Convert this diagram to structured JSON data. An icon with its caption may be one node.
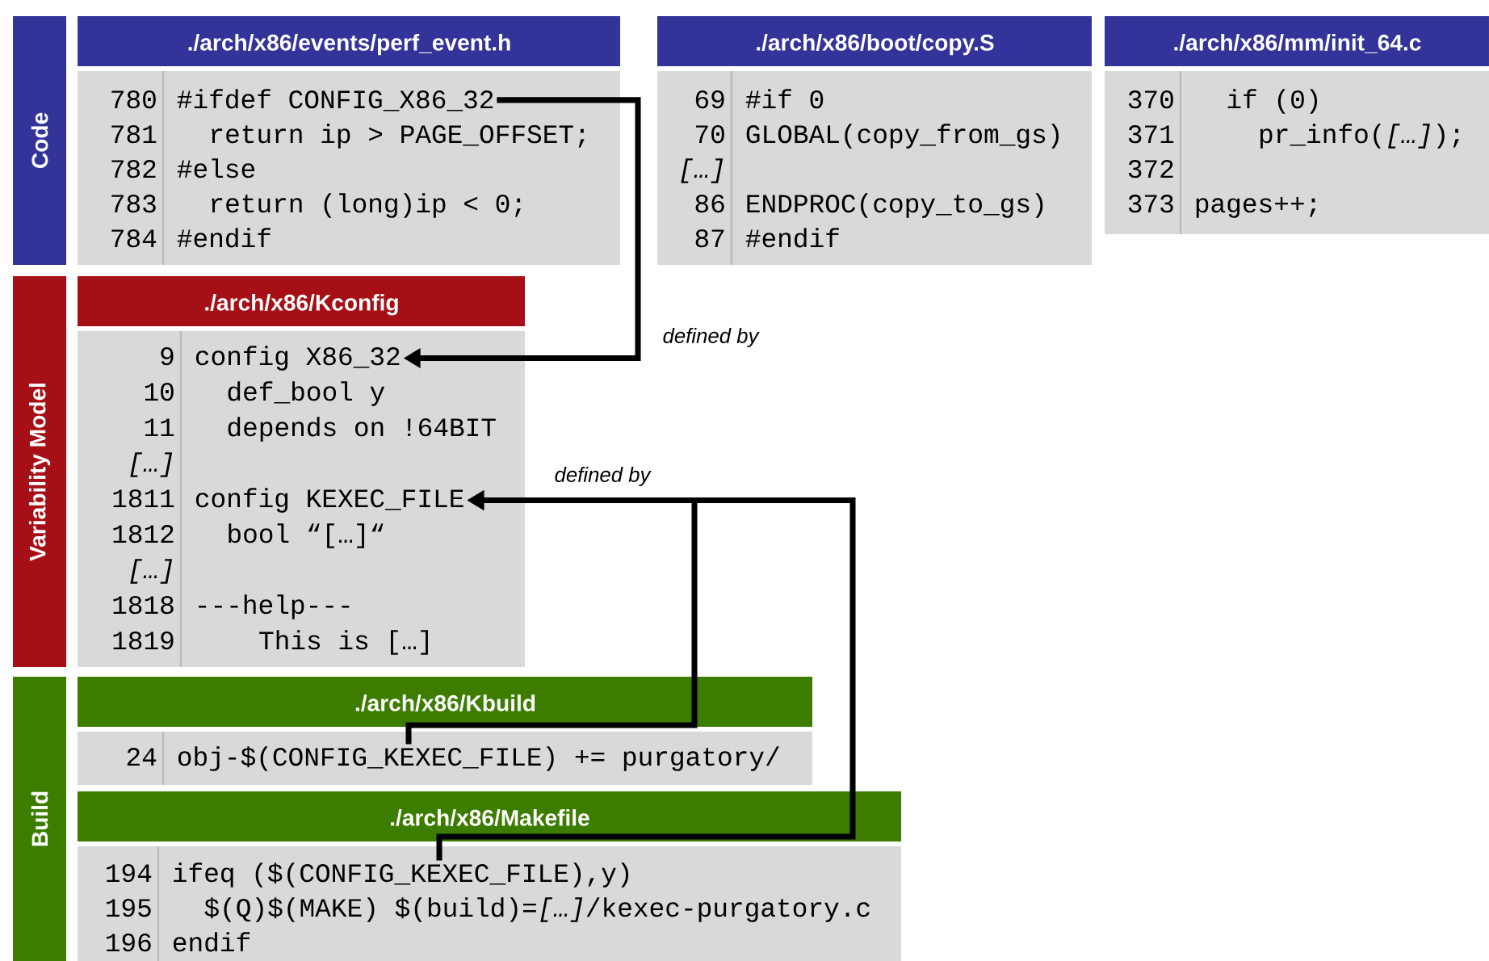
{
  "diagram": {
    "nodes": [
      {
        "text": [
          "Code"
        ]
      },
      {
        "text": [
          "./arch/x86/events/perf_event.h"
        ]
      },
      {
        "text": [
          "780",
          "#ifdef CONFIG_X86_32"
        ],
        "in": 1
      },
      {
        "text": [
          "781",
          "return ip > PAGE_OFFSET;"
        ],
        "in": 1
      },
      {
        "text": [
          "782",
          "#else"
        ],
        "in": 1
      },
      {
        "text": [
          "783",
          "return (long)ip < 0;"
        ],
        "in": 1
      },
      {
        "text": [
          "784",
          "#endif"
        ],
        "in": 1
      },
      {
        "text": [
          "./arch/x86/boot/copy.S"
        ]
      },
      {
        "text": [
          "69",
          "#if 0"
        ],
        "in": 7
      },
      {
        "text": [
          "70",
          "GLOBAL(copy_from_gs)"
        ],
        "in": 7
      },
      {
        "text": [
          "*[…]*"
        ],
        "in": 7
      },
      {
        "text": [
          "86",
          "ENDPROC(copy_to_gs)"
        ],
        "in": 7
      },
      {
        "text": [
          "87",
          "#endif"
        ],
        "in": 7
      },
      {
        "text": [
          "./arch/x86/mm/init_64.c"
        ]
      },
      {
        "text": [
          "370",
          "if (0)"
        ],
        "in": 13
      },
      {
        "text": [
          "371",
          "pr_info(*[…]*);"
        ],
        "in": 13
      },
      {
        "text": [
          "372"
        ],
        "in": 13
      },
      {
        "text": [
          "373",
          "pages++;"
        ],
        "in": 13
      },
      {
        "text": [
          "Variability Model"
        ]
      },
      {
        "text": [
          "./arch/x86/Kconfig"
        ]
      },
      {
        "text": [
          "9",
          "config X86_32"
        ],
        "in": 19
      },
      {
        "text": [
          "10",
          "def_bool y"
        ],
        "in": 19
      },
      {
        "text": [
          "11",
          "depends on !64BIT"
        ],
        "in": 19
      },
      {
        "text": [
          "*[…]*"
        ],
        "in": 19
      },
      {
        "text": [
          "1811",
          "config KEXEC_FILE"
        ],
        "in": 19
      },
      {
        "text": [
          "1812",
          "bool “[…]“"
        ],
        "in": 19
      },
      {
        "text": [
          "*[…]*"
        ],
        "in": 19
      },
      {
        "text": [
          "1818",
          "---help---"
        ],
        "in": 19
      },
      {
        "text": [
          "1819",
          "This is […]"
        ],
        "in": 19
      },
      {
        "text": [
          "Build"
        ]
      },
      {
        "text": [
          "./arch/x86/Kbuild"
        ]
      },
      {
        "text": [
          "24",
          "obj-$(CONFIG_KEXEC_FILE) += purgatory/"
        ],
        "in": 30
      },
      {
        "text": [
          "./arch/x86/Makefile"
        ]
      },
      {
        "text": [
          "194",
          "ifeq ($(CONFIG_KEXEC_FILE),y)"
        ],
        "in": 32
      },
      {
        "text": [
          "195",
          "$(Q)$(MAKE) $(build)=*[…]*/kexec-purgatory.c"
        ],
        "in": 32
      },
      {
        "text": [
          "196",
          "endif"
        ],
        "in": 32
      }
    ],
    "edges": [
      {
        "from": 2,
        "to": 20,
        "arrow": "to",
        "label": "defined by"
      },
      {
        "from": 31,
        "to": 24,
        "arrow": "to",
        "label": "defined by"
      },
      {
        "from": 33,
        "to": 24,
        "arrow": "to"
      }
    ]
  }
}
